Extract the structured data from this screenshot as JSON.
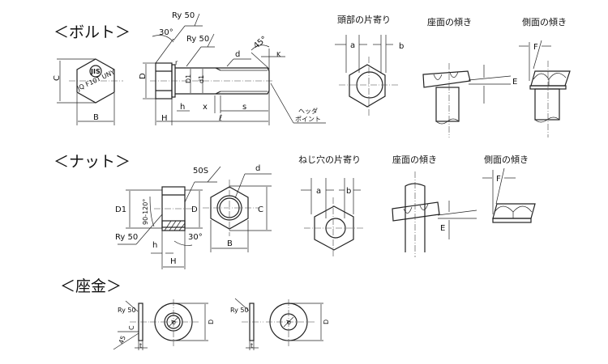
{
  "bolt": {
    "title": "＜ボルト＞",
    "labels": {
      "ry1": "Ry 50",
      "ry2": "Ry 50",
      "angle30": "30°",
      "angle45": "45°",
      "d": "d",
      "K": "K",
      "D": "D",
      "D1": "D1",
      "d1": "d1",
      "h": "h",
      "x": "x",
      "s": "s",
      "H": "H",
      "l": "ℓ",
      "B": "B",
      "C": "C",
      "r": "r",
      "header_point_1": "ヘッダ",
      "header_point_2": "ポイント"
    },
    "head_marking": {
      "logo": "JIS",
      "text": "JQ F10T UNY"
    },
    "head_offset": {
      "title": "頭部の片寄り",
      "a": "a",
      "b": "b"
    },
    "seat_tilt": {
      "title": "座面の傾き",
      "E": "E"
    },
    "side_tilt": {
      "title": "側面の傾き",
      "F": "F"
    }
  },
  "nut": {
    "title": "＜ナット＞",
    "labels": {
      "s50": "50S",
      "d": "d",
      "D1": "D1",
      "angle": "90-120°",
      "D": "D",
      "C": "C",
      "ry": "Ry 50",
      "angle30": "30°",
      "h": "h",
      "H": "H",
      "B": "B"
    },
    "hole_offset": {
      "title": "ねじ穴の片寄り",
      "a": "a",
      "b": "b"
    },
    "seat_tilt": {
      "title": "座面の傾き",
      "E": "E"
    },
    "side_tilt": {
      "title": "側面の傾き",
      "F": "F"
    }
  },
  "washer": {
    "title": "＜座金＞",
    "left": {
      "ry": "Ry 50",
      "C": "C",
      "angle45": "45",
      "t": "t",
      "d": "d",
      "D": "D"
    },
    "right": {
      "ry": "Ry 50",
      "t": "t",
      "d": "d",
      "D": "D"
    }
  }
}
